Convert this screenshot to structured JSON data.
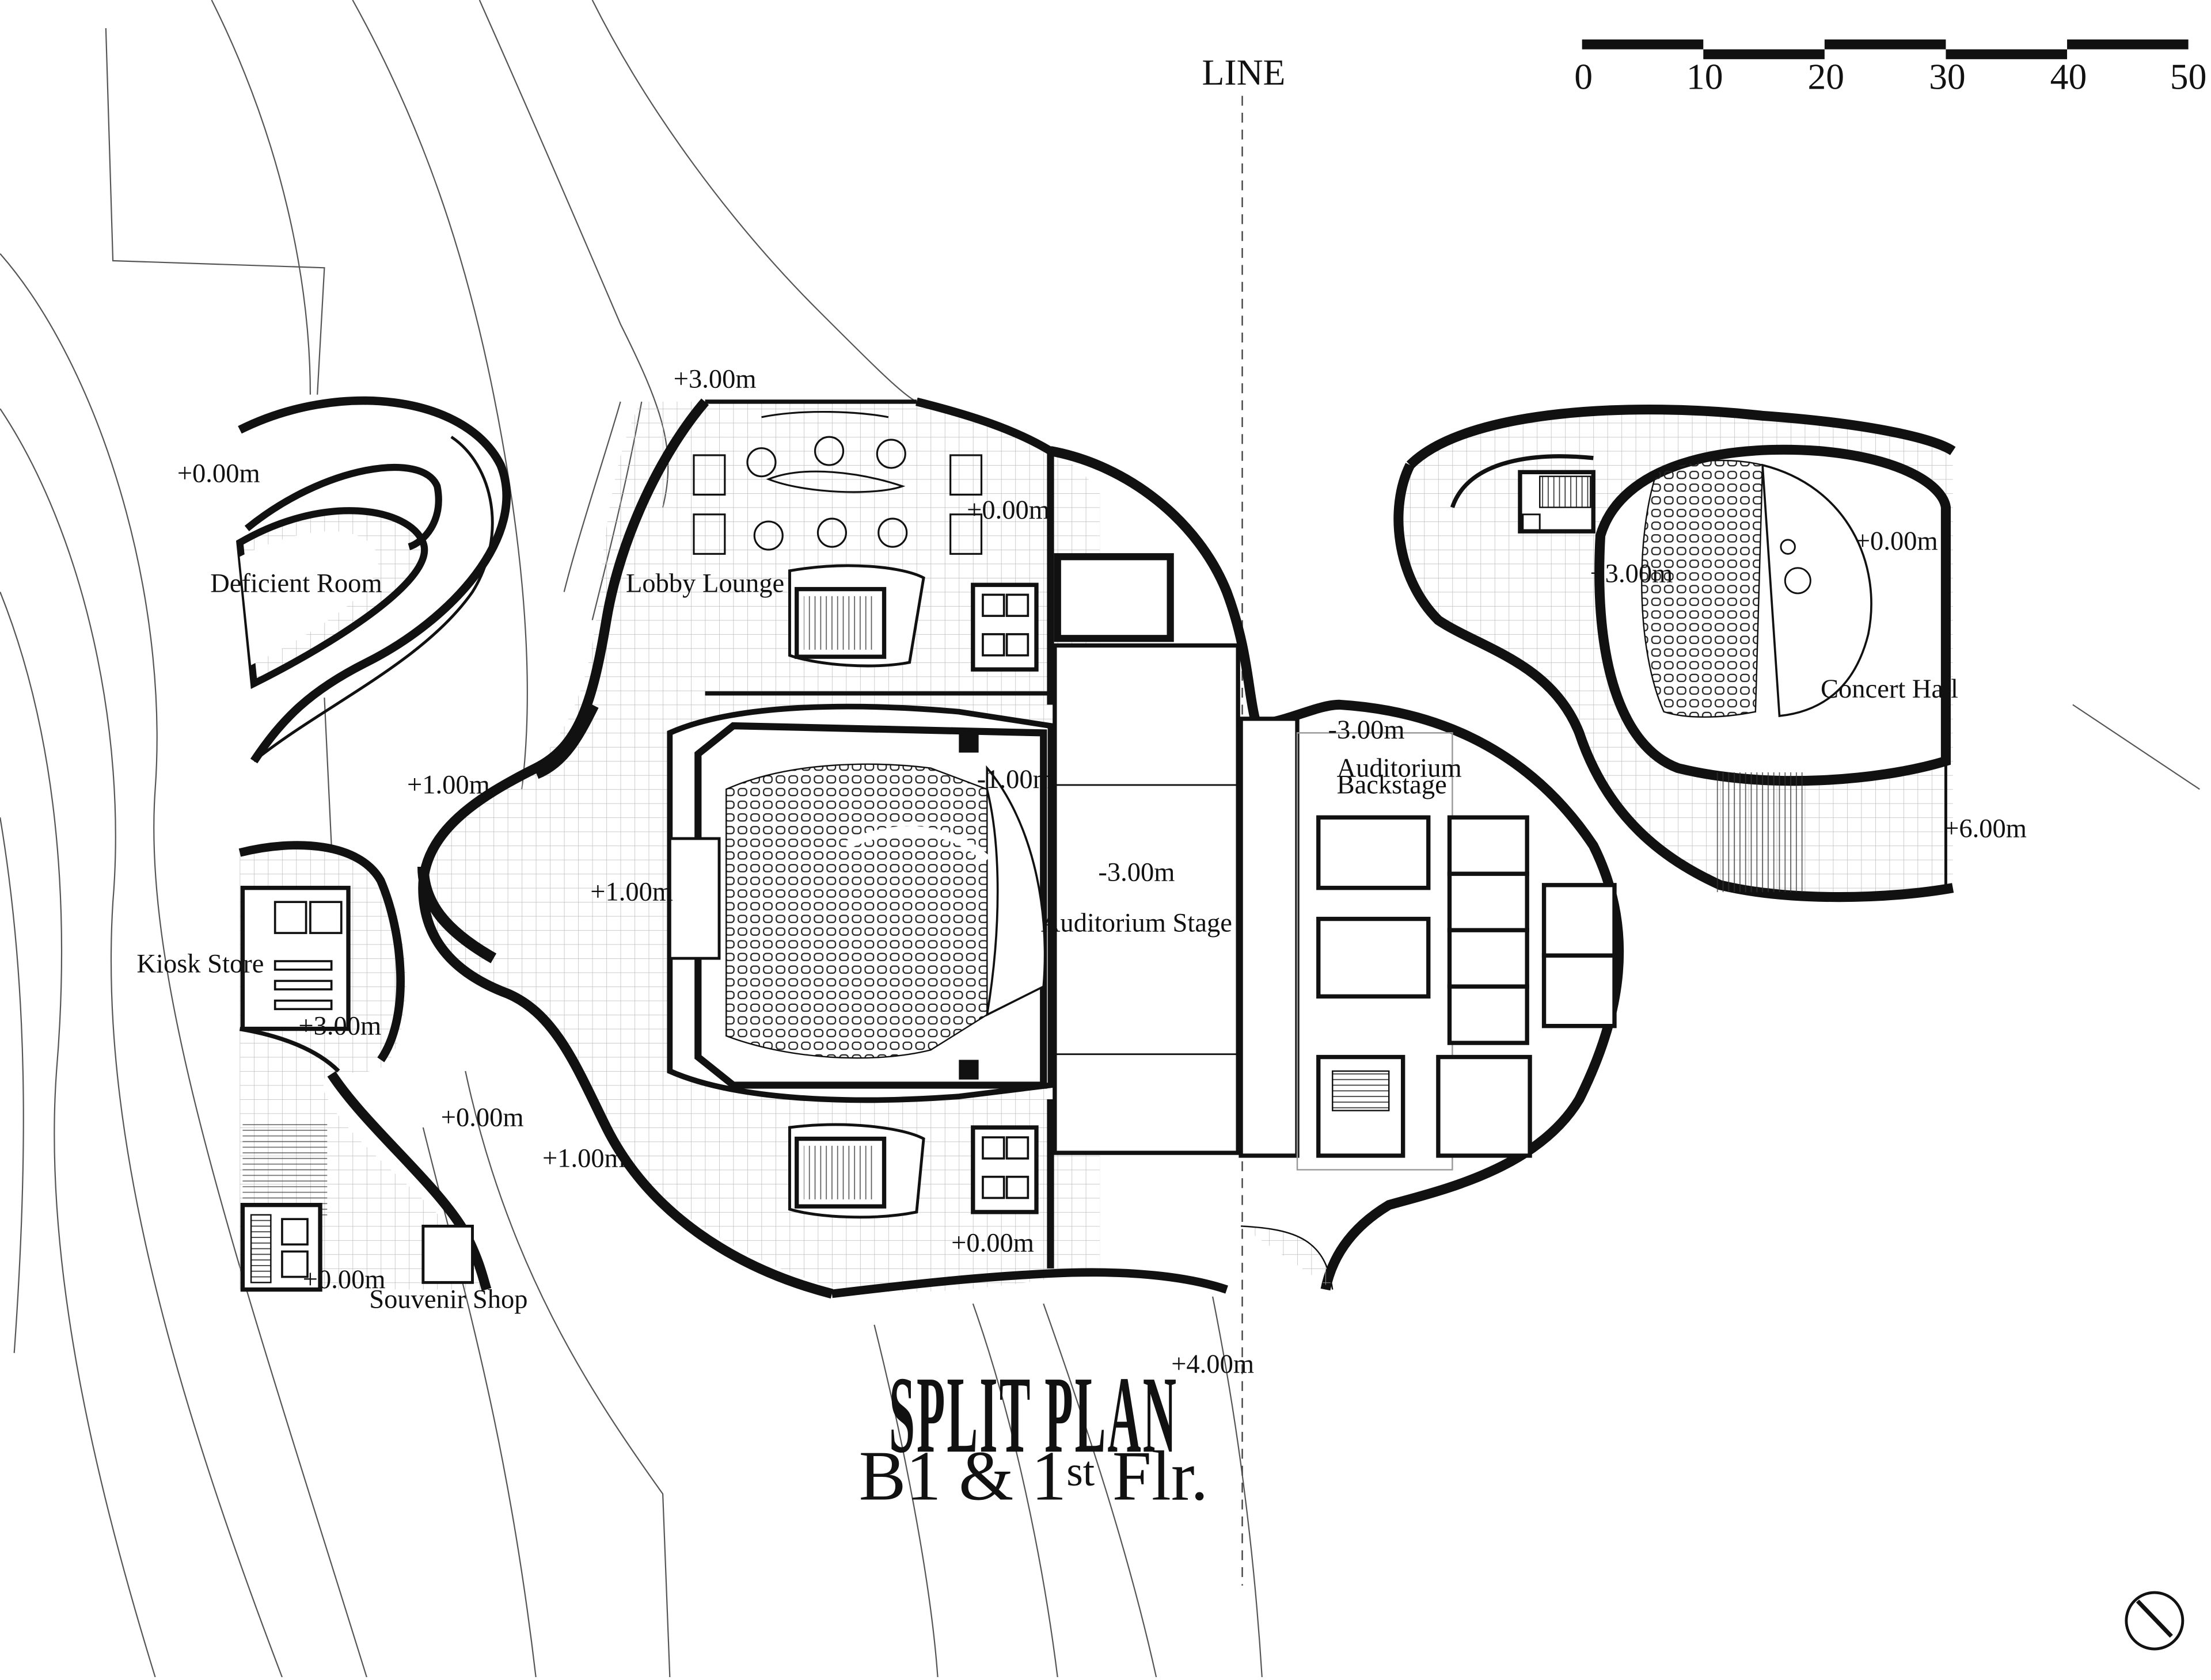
{
  "title": "SPLIT PLAN",
  "subtitle": {
    "main": "B1 & 1",
    "sup": "st",
    "tail": " Flr."
  },
  "line_label": "LINE",
  "scale_bar": {
    "ticks": [
      "0",
      "10",
      "20",
      "30",
      "40",
      "50"
    ]
  },
  "rooms": {
    "deficient_room": "Deficient Room",
    "lobby_lounge": "Lobby Lounge",
    "kiosk_store": "Kiosk Store",
    "souvenir_shop": "Souvenir Shop",
    "auditorium_stage": "Auditorium Stage",
    "auditorium_backstage_1": "Auditorium",
    "auditorium_backstage_2": "Backstage",
    "concert_hall": "Concert Hall"
  },
  "levels": {
    "plus_3_top": "+3.00m",
    "plus_0_left": "+0.00m",
    "plus_0_lobby": "+0.00m",
    "plus_1_left": "+1.00m",
    "plus_1_center": "+1.00m",
    "minus_1": "-1.00m",
    "minus_3_stage": "-3.00m",
    "minus_3_backstage": "-3.00m",
    "plus_3_kiosk": "+3.00m",
    "plus_0_bottom_mid": "+0.00m",
    "plus_1_bottom": "+1.00m",
    "plus_0_bottom_lobby": "+0.00m",
    "plus_0_souvenir": "+0.00m",
    "plus_4": "+4.00m",
    "plus_0_concert": "+0.00m",
    "plus_3_concert": "+3.00m",
    "plus_6": "+6.00m"
  },
  "icons": {
    "north_arrow": "north-arrow-icon"
  }
}
